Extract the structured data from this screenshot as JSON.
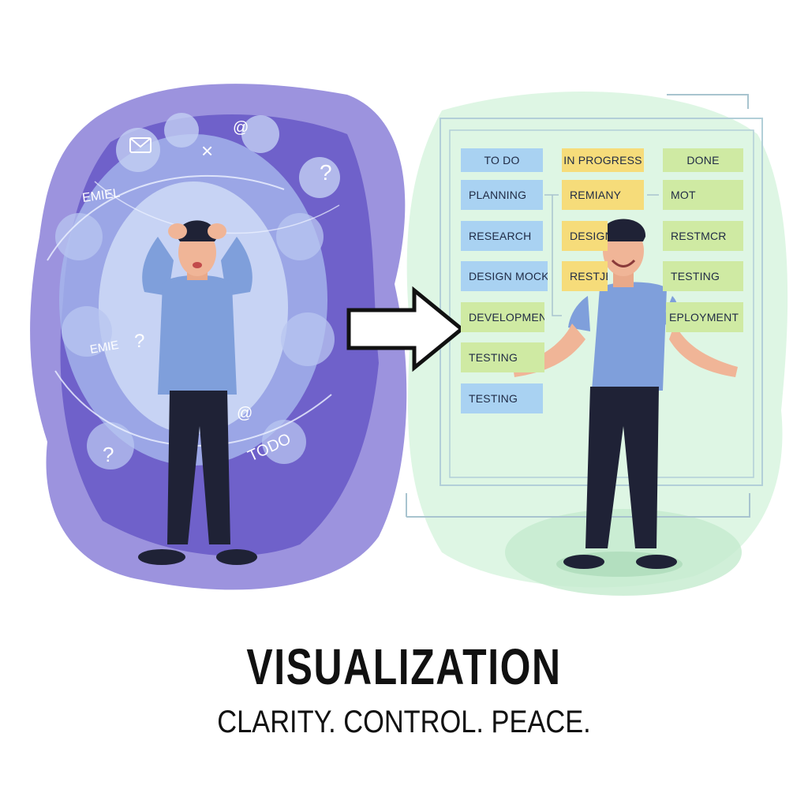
{
  "kanban": {
    "columns": [
      {
        "header": "TO DO",
        "cards": [
          "PLANNING",
          "RESEARCH",
          "DESIGN MOCKUPS",
          "DEVELOPMENT",
          "TESTING",
          "TESTING"
        ]
      },
      {
        "header": "IN PROGRESS",
        "cards": [
          "REMIANY",
          "DESIGN",
          "RESTJEX"
        ]
      },
      {
        "header": "DONE",
        "cards": [
          "MOT",
          "RESTMCR",
          "TESTING",
          "EPLOYMENT"
        ]
      }
    ]
  },
  "chaos_doodles": {
    "email_1": "EMIEL",
    "email_2": "EMIE",
    "todo": "TODO"
  },
  "caption": {
    "title": "VISUALIZATION",
    "tagline": "CLARITY. CONTROL. PEACE."
  },
  "colors": {
    "chaos": "#7b6fd0",
    "calm": "#d8f5df",
    "todo_card": "#a9d2f2",
    "progress_card": "#f6dc7a",
    "done_card": "#cfeaa3",
    "shirt": "#7f9fdb",
    "pants": "#1f2236"
  }
}
